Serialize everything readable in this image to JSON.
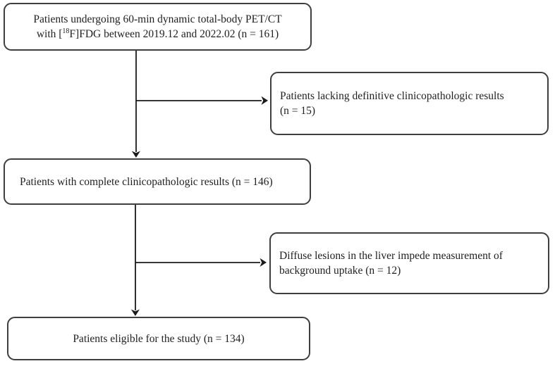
{
  "flowchart": {
    "description": "Patient inclusion flow diagram",
    "boxes": {
      "enrolled": {
        "line1": "Patients undergoing 60-min dynamic total-body PET/CT",
        "line2_pre": "with [",
        "line2_sup": "18",
        "line2_post": "F]FDG between 2019.12 and 2022.02 (n = 161)",
        "n": 161
      },
      "excluded1": {
        "line1": "Patients lacking definitive clinicopathologic results",
        "line2": "(n = 15)",
        "n": 15
      },
      "complete": {
        "text": "Patients with complete clinicopathologic results (n = 146)",
        "n": 146
      },
      "excluded2": {
        "line1": "Diffuse lesions in the liver impede measurement of",
        "line2": "background uptake (n = 12)",
        "n": 12
      },
      "eligible": {
        "text": "Patients eligible for the study (n = 134)",
        "n": 134
      }
    },
    "colors": {
      "background": "#ffffff",
      "border": "#3f3f3f",
      "text": "#1f1f1f",
      "arrow": "#1a1a1a"
    }
  }
}
